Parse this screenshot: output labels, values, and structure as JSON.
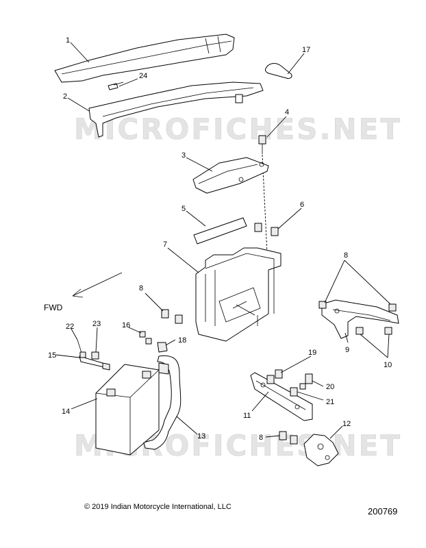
{
  "watermark": "MICROFICHES.NET",
  "forward_label": "FWD",
  "copyright": "© 2019 Indian Motorcycle International, LLC",
  "diagram_number": "200769",
  "callouts": {
    "c1": "1",
    "c2": "2",
    "c3": "3",
    "c4": "4",
    "c5": "5",
    "c6": "6",
    "c7": "7",
    "c8a": "8",
    "c8b": "8",
    "c8c": "8",
    "c9": "9",
    "c10": "10",
    "c11": "11",
    "c12": "12",
    "c13": "13",
    "c14": "14",
    "c15": "15",
    "c16": "16",
    "c17": "17",
    "c18": "18",
    "c19": "19",
    "c20": "20",
    "c21": "21",
    "c22": "22",
    "c23": "23",
    "c24": "24"
  }
}
